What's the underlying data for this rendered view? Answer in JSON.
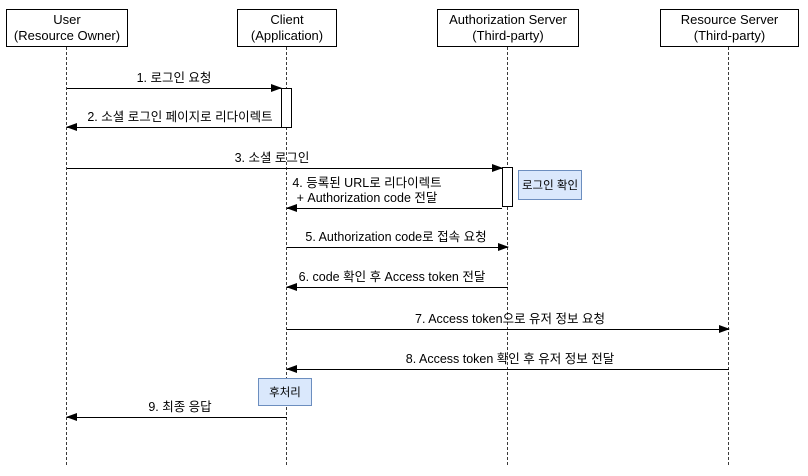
{
  "diagram_type": "uml-sequence-diagram",
  "actors": [
    {
      "id": "user",
      "line1": "User",
      "line2": "(Resource Owner)"
    },
    {
      "id": "client",
      "line1": "Client",
      "line2": "(Application)"
    },
    {
      "id": "auth",
      "line1": "Authorization Server",
      "line2": "(Third-party)"
    },
    {
      "id": "resource",
      "line1": "Resource Server",
      "line2": "(Third-party)"
    }
  ],
  "messages": [
    {
      "num": 1,
      "from": "user",
      "to": "client",
      "label": "1. 로그인 요청"
    },
    {
      "num": 2,
      "from": "client",
      "to": "user",
      "label": "2. 소셜 로그인 페이지로 리다이렉트"
    },
    {
      "num": 3,
      "from": "user",
      "to": "auth",
      "label": "3. 소셜 로그인"
    },
    {
      "num": 4,
      "from": "auth",
      "to": "client",
      "label": "4. 등록된 URL로 리다이렉트\n+ Authorization code 전달"
    },
    {
      "num": 5,
      "from": "client",
      "to": "auth",
      "label": "5. Authorization code로 접속 요청"
    },
    {
      "num": 6,
      "from": "auth",
      "to": "client",
      "label": "6. code 확인 후 Access token 전달"
    },
    {
      "num": 7,
      "from": "client",
      "to": "resource",
      "label": "7. Access token으로 유저 정보 요청"
    },
    {
      "num": 8,
      "from": "resource",
      "to": "client",
      "label": "8. Access token 확인 후 유저 정보 전달"
    },
    {
      "num": 9,
      "from": "client",
      "to": "user",
      "label": "9. 최종 응답"
    }
  ],
  "notes": [
    {
      "id": "login-check",
      "attached_to": "auth",
      "label": "로그인 확인"
    },
    {
      "id": "post-process",
      "attached_to": "client",
      "label": "후처리"
    }
  ],
  "colors": {
    "background": "#ffffff",
    "line": "#000000",
    "note_fill": "#dae8fc",
    "note_border": "#6c8ebf"
  }
}
